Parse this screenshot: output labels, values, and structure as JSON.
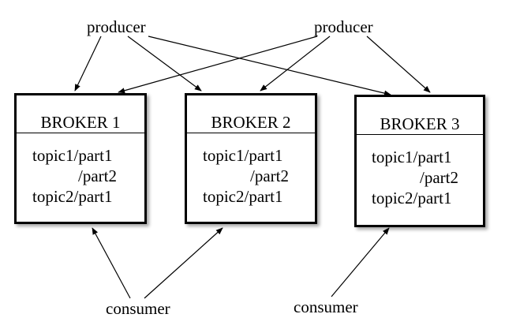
{
  "producers": [
    {
      "label": "producer"
    },
    {
      "label": "producer"
    }
  ],
  "consumers": [
    {
      "label": "consumer"
    },
    {
      "label": "consumer"
    }
  ],
  "brokers": [
    {
      "title": "BROKER 1",
      "partitions": [
        "topic1/part1",
        "/part2",
        "topic2/part1"
      ]
    },
    {
      "title": "BROKER 2",
      "partitions": [
        "topic1/part1",
        "/part2",
        "topic2/part1"
      ]
    },
    {
      "title": "BROKER 3",
      "partitions": [
        "topic1/part1",
        "/part2",
        "topic2/part1"
      ]
    }
  ]
}
